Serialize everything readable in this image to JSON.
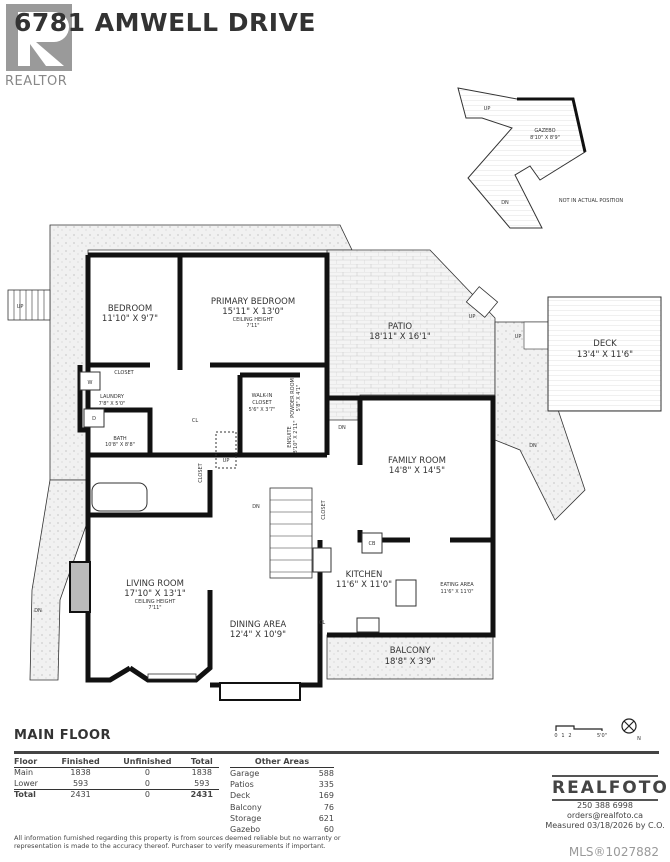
{
  "header": {
    "title": "6781 AMWELL DRIVE",
    "logo_text": "REALTOR"
  },
  "rooms": {
    "bedroom": {
      "name": "BEDROOM",
      "dims": "11'10\" X 9'7\""
    },
    "primary_bedroom": {
      "name": "PRIMARY BEDROOM",
      "dims": "15'11\" X 13'0\"",
      "ceiling": "CEILING HEIGHT",
      "ceiling_value": "7'11\""
    },
    "patio": {
      "name": "PATIO",
      "dims": "18'11\" X 16'1\""
    },
    "deck": {
      "name": "DECK",
      "dims": "13'4\" X 11'6\""
    },
    "gazebo": {
      "name": "GAZEBO",
      "dims": "8'10\" X 8'9\""
    },
    "gazebo_note": "NOT IN ACTUAL POSITION",
    "laundry": {
      "name": "LAUNDRY",
      "dims": "7'8\" X 5'0\""
    },
    "closet_bed": "CLOSET",
    "walk_in": {
      "name": "WALK-IN",
      "name2": "CLOSET",
      "dims": "5'6\" X 3'7\""
    },
    "powder": {
      "name": "POWDER ROOM",
      "dims": "5'8\" X 4'1\""
    },
    "ensuite": {
      "name": "ENSUITE",
      "dims": "8'10\" X 2'11\""
    },
    "bath": {
      "name": "BATH",
      "dims": "10'8\" X 8'8\""
    },
    "cl": "CL",
    "closet_hall": "CLOSET",
    "closet_kitchen": "CLOSET",
    "family_room": {
      "name": "FAMILY ROOM",
      "dims": "14'8\" X 14'5\""
    },
    "kitchen": {
      "name": "KITCHEN",
      "dims": "11'6\" X 11'0\""
    },
    "eating_area": {
      "name": "EATING AREA",
      "dims": "11'6\" X 11'0\""
    },
    "living_room": {
      "name": "LIVING ROOM",
      "dims": "17'10\" X 13'1\"",
      "ceiling": "CEILING HEIGHT",
      "ceiling_value": "7'11\""
    },
    "dining_area": {
      "name": "DINING AREA",
      "dims": "12'4\" X 10'9\""
    },
    "balcony": {
      "name": "BALCONY",
      "dims": "18'8\" X 3'9\""
    },
    "cb": "CB",
    "washer": "W",
    "dryer": "D",
    "up": "UP",
    "dn": "DN"
  },
  "scale": {
    "labels": [
      "0",
      "1",
      "2",
      "5'0\""
    ],
    "north": "N"
  },
  "footer": {
    "floor_heading": "MAIN FLOOR",
    "table": {
      "headers": [
        "Floor",
        "Finished",
        "Unfinished",
        "Total"
      ],
      "rows": [
        [
          "Main",
          "1838",
          "0",
          "1838"
        ],
        [
          "Lower",
          "593",
          "0",
          "593"
        ]
      ],
      "total": [
        "Total",
        "2431",
        "0",
        "2431"
      ]
    },
    "other_areas": {
      "header": "Other Areas",
      "rows": [
        [
          "Garage",
          "588"
        ],
        [
          "Patios",
          "335"
        ],
        [
          "Deck",
          "169"
        ],
        [
          "Balcony",
          "76"
        ],
        [
          "Storage",
          "621"
        ],
        [
          "Gazebo",
          "60"
        ]
      ]
    },
    "disclaimer": "All information furnished regarding this property is from sources deemed reliable but no warranty or representation is made to the accuracy thereof. Purchaser to verify measurements if important.",
    "brand": "REALFOTO",
    "phone": "250 388 6998",
    "email": "orders@realfoto.ca",
    "measured": "Measured 03/18/2026 by C.O.",
    "mls": "MLS®1027882"
  }
}
